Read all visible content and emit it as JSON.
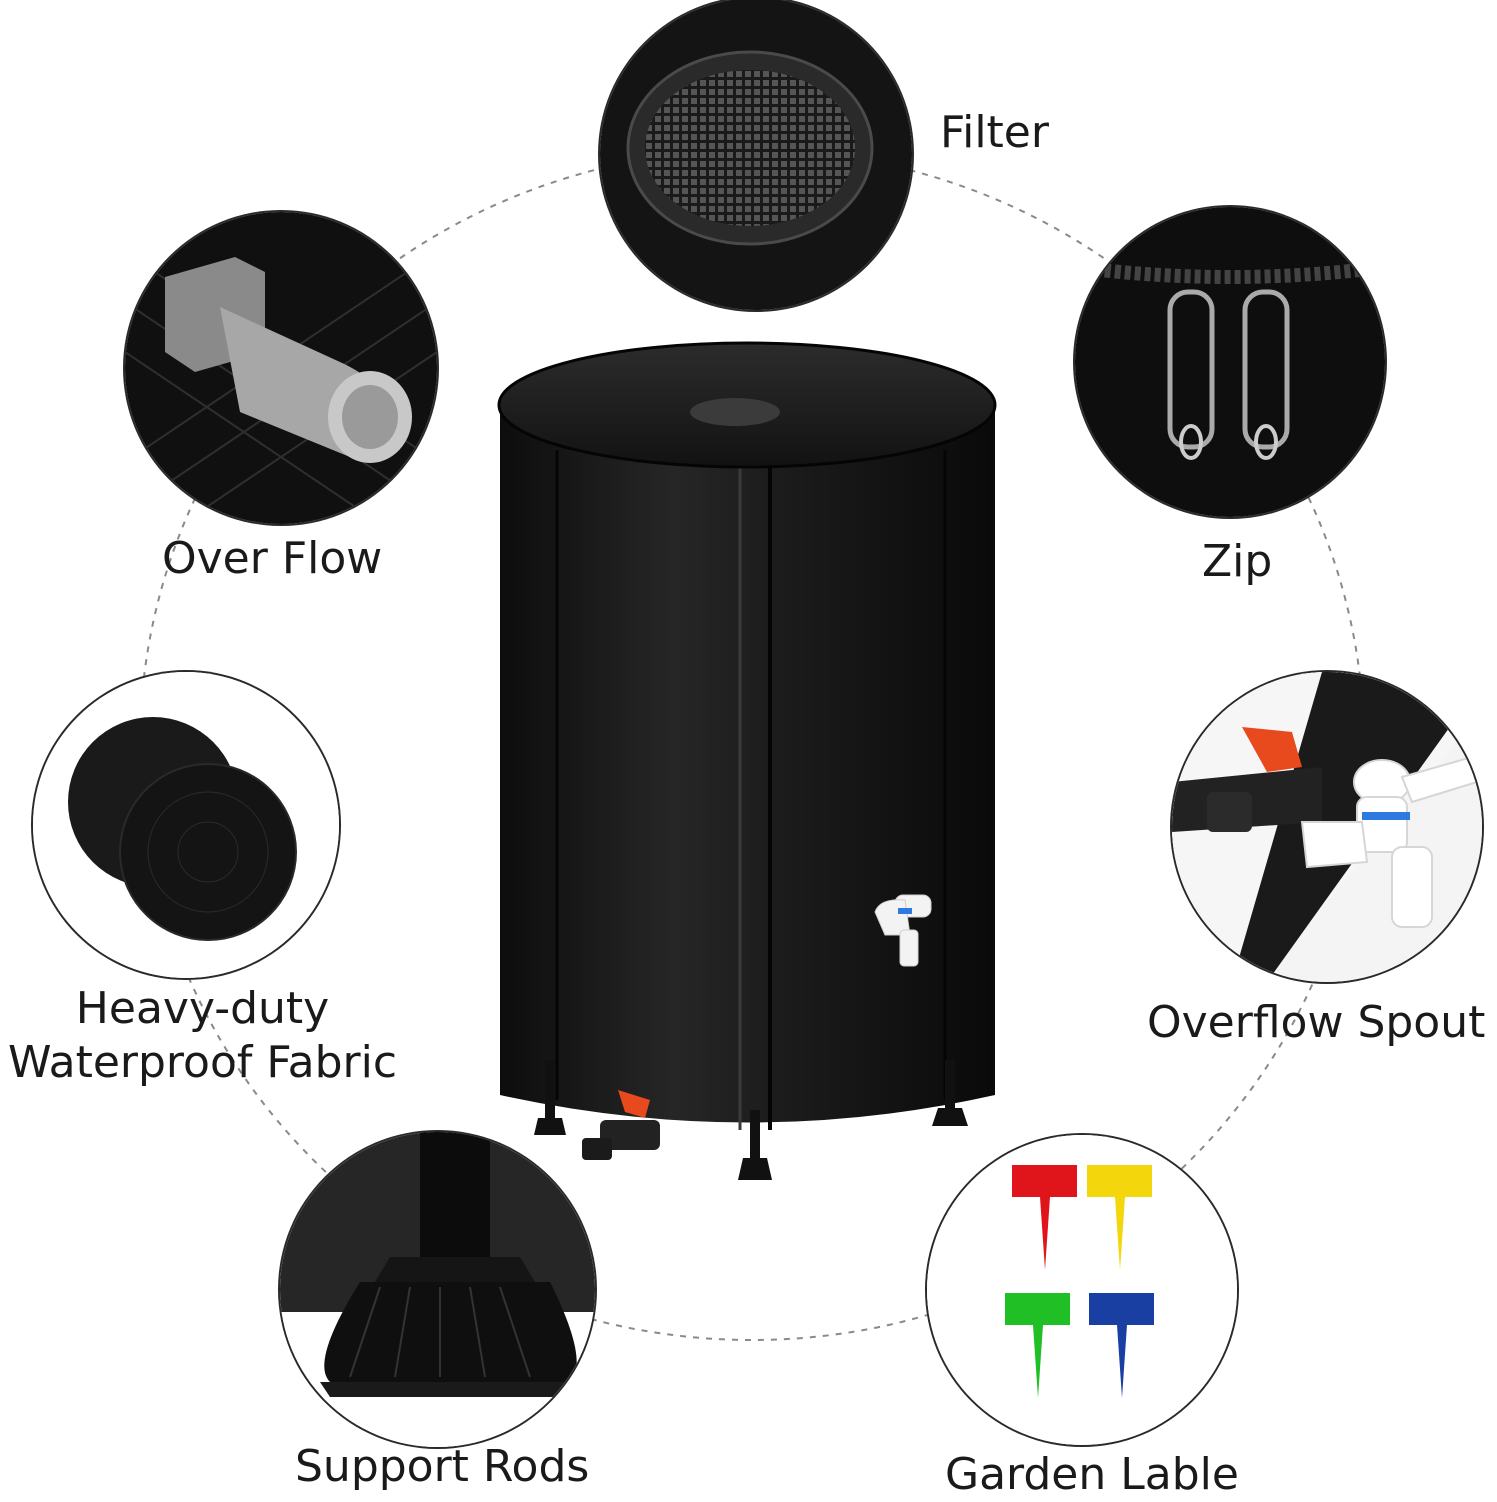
{
  "features": {
    "filter": {
      "label": "Filter",
      "icon": "mesh-filter-icon"
    },
    "zip": {
      "label": "Zip",
      "icon": "zipper-icon"
    },
    "over_flow": {
      "label": "Over Flow",
      "icon": "overflow-connector-icon"
    },
    "fabric": {
      "label_line1": "Heavy-duty",
      "label_line2": "Waterproof Fabric",
      "icon": "fabric-disc-icon"
    },
    "overflow_spout": {
      "label": "Overflow Spout",
      "icon": "faucet-icon"
    },
    "support_rods": {
      "label": "Support Rods",
      "icon": "support-foot-icon"
    },
    "garden_lable": {
      "label": "Garden Lable",
      "icon": "garden-tag-icon"
    }
  },
  "colors": {
    "tag_red": "#e0141b",
    "tag_yellow": "#f3d60c",
    "tag_green": "#1fbf25",
    "tag_blue": "#1a3fa3",
    "valve_orange": "#e8491d",
    "barrel_black": "#151515"
  }
}
